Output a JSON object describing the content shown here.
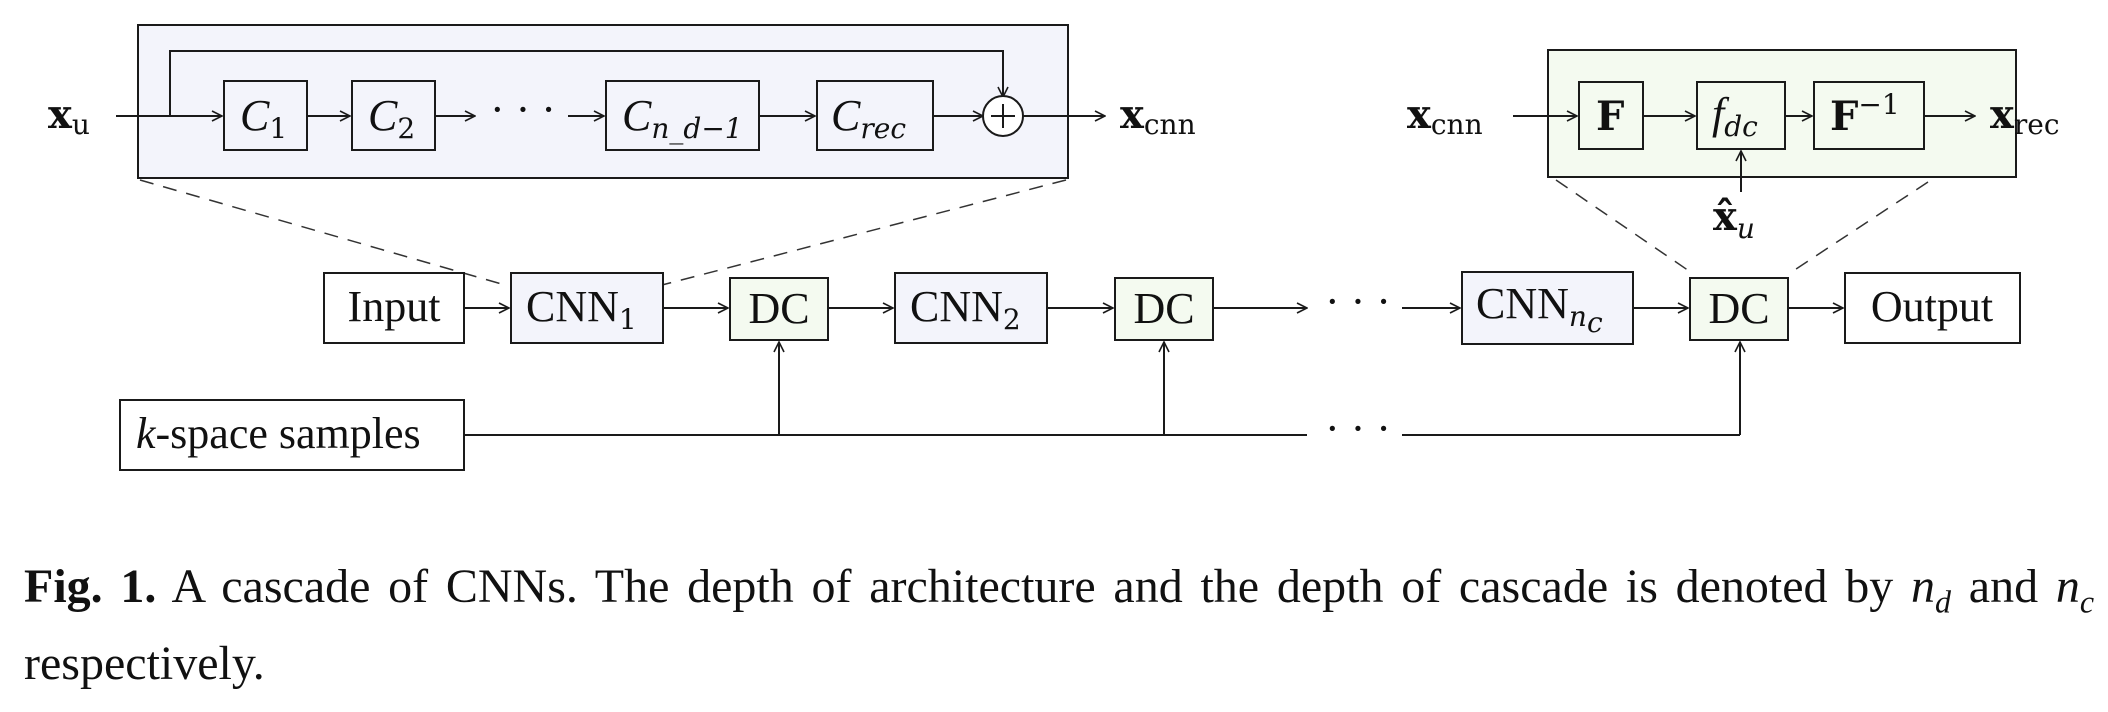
{
  "diagram": {
    "top_left_module": {
      "input_var": "x",
      "input_var_sub": "u",
      "layers": [
        {
          "main": "C",
          "sub": "1"
        },
        {
          "main": "C",
          "sub": "2"
        },
        {
          "main": "C",
          "sub": "n_d−1"
        },
        {
          "main": "C",
          "sub": "rec"
        }
      ],
      "ellipsis": "· · ·",
      "sum_symbol": "+",
      "output_var": "x",
      "output_var_sub": "cnn"
    },
    "top_right_module": {
      "input_var": "x",
      "input_var_sub": "cnn",
      "blocks": [
        {
          "main": "F",
          "sup": ""
        },
        {
          "main": "f",
          "sub": "dc"
        },
        {
          "main": "F",
          "sup": "−1"
        }
      ],
      "side_input_var": "x̂",
      "side_input_sub": "u",
      "output_var": "x",
      "output_var_sub": "rec"
    },
    "main_chain": {
      "input": "Input",
      "cnn1": "CNN",
      "cnn1_sub": "1",
      "dc": "DC",
      "cnn2": "CNN",
      "cnn2_sub": "2",
      "ellipsis": "· · ·",
      "cnnn": "CNN",
      "cnnn_sub": "n",
      "cnnn_subsub": "c",
      "output": "Output"
    },
    "kspace": {
      "italic_part": "k",
      "rest": "-space samples",
      "ellipsis": "· · ·"
    }
  },
  "caption": {
    "label": "Fig. 1.",
    "text_1": " A cascade of CNNs. The depth of architecture and the depth of cascade is denoted by ",
    "var_1": "n",
    "var_1_sub": "d",
    "text_2": " and ",
    "var_2": "n",
    "var_2_sub": "c",
    "text_3": " respectively."
  },
  "colors": {
    "cnn_fill": "#f3f4fb",
    "dc_fill": "#f4faf0",
    "stroke": "#1a1a1a"
  }
}
